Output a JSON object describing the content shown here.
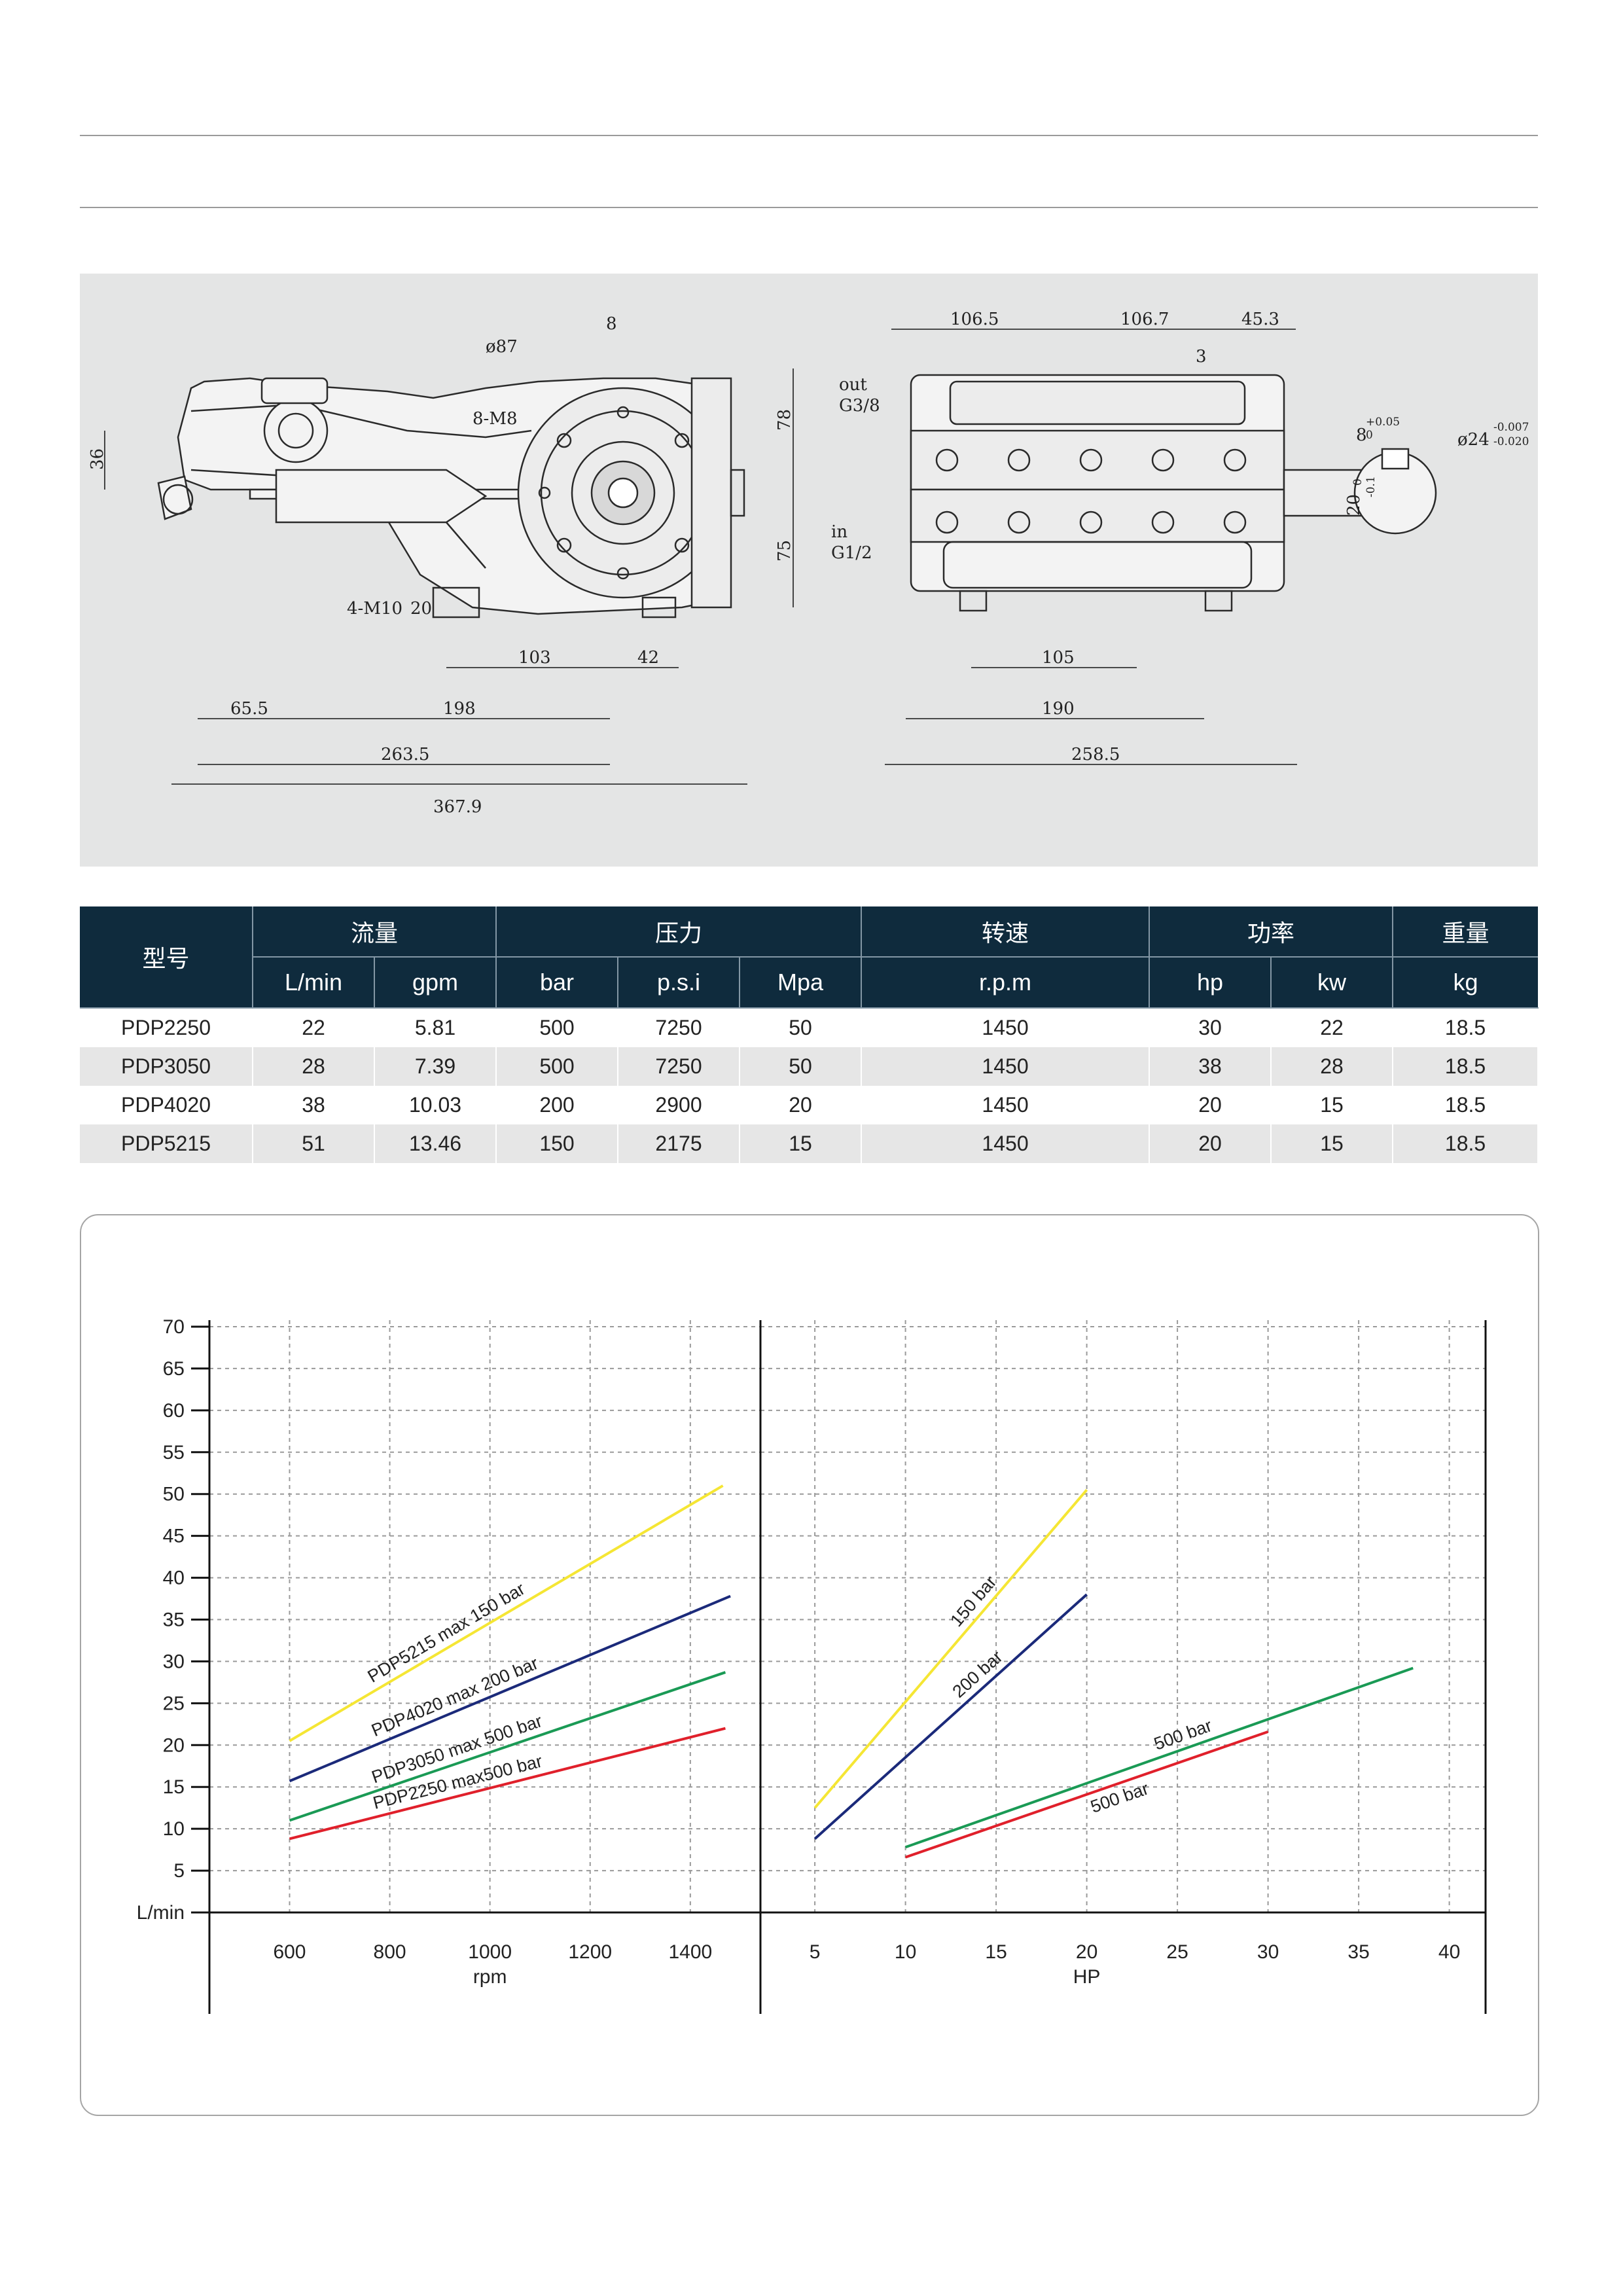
{
  "drawing": {
    "dimensions_side": [
      "ø87",
      "8",
      "8-M8",
      "78",
      "75",
      "36",
      "4-M10",
      "20",
      "103",
      "42",
      "65.5",
      "198",
      "263.5",
      "367.9"
    ],
    "dimensions_front": [
      "106.5",
      "106.7",
      "45.3",
      "3",
      "out",
      "G3/8",
      "in",
      "G1/2",
      "105",
      "190",
      "258.5"
    ],
    "dimensions_shaft": [
      "8",
      "+0.05",
      "0",
      "ø24",
      "-0.007",
      "-0.020",
      "20",
      "-0.1",
      "0"
    ]
  },
  "table": {
    "headers": {
      "model": "型号",
      "flow": "流量",
      "pressure": "压力",
      "speed": "转速",
      "power": "功率",
      "weight": "重量"
    },
    "units": {
      "lmin": "L/min",
      "gpm": "gpm",
      "bar": "bar",
      "psi": "p.s.i",
      "mpa": "Mpa",
      "rpm": "r.p.m",
      "hp": "hp",
      "kw": "kw",
      "kg": "kg"
    },
    "rows": [
      [
        "PDP2250",
        "22",
        "5.81",
        "500",
        "7250",
        "50",
        "1450",
        "30",
        "22",
        "18.5"
      ],
      [
        "PDP3050",
        "28",
        "7.39",
        "500",
        "7250",
        "50",
        "1450",
        "38",
        "28",
        "18.5"
      ],
      [
        "PDP4020",
        "38",
        "10.03",
        "200",
        "2900",
        "20",
        "1450",
        "20",
        "15",
        "18.5"
      ],
      [
        "PDP5215",
        "51",
        "13.46",
        "150",
        "2175",
        "15",
        "1450",
        "20",
        "15",
        "18.5"
      ]
    ]
  },
  "chart_data": [
    {
      "type": "line",
      "xlabel": "rpm",
      "ylabel": "L/min",
      "xlim": [
        440,
        1540
      ],
      "ylim": [
        0,
        70
      ],
      "x_ticks": [
        600,
        800,
        1000,
        1200,
        1400
      ],
      "y_ticks": [
        5,
        10,
        15,
        20,
        25,
        30,
        35,
        40,
        45,
        50,
        55,
        60,
        65,
        70
      ],
      "grid": true,
      "series": [
        {
          "name": "PDP5215 max 150 bar",
          "color": "#f5e634",
          "x": [
            600,
            1465
          ],
          "y": [
            20.5,
            51
          ]
        },
        {
          "name": "PDP4020 max 200 bar",
          "color": "#1b2a7a",
          "x": [
            600,
            1480
          ],
          "y": [
            15.7,
            37.8
          ]
        },
        {
          "name": "PDP3050 max 500 bar",
          "color": "#1a9a55",
          "x": [
            600,
            1470
          ],
          "y": [
            11,
            28.7
          ]
        },
        {
          "name": "PDP2250 max500 bar",
          "color": "#e0202b",
          "x": [
            600,
            1470
          ],
          "y": [
            8.8,
            22
          ]
        }
      ]
    },
    {
      "type": "line",
      "xlabel": "HP",
      "ylabel": "",
      "xlim": [
        2,
        42
      ],
      "ylim": [
        0,
        70
      ],
      "x_ticks": [
        5,
        10,
        15,
        20,
        25,
        30,
        35,
        40
      ],
      "grid": true,
      "series": [
        {
          "name": "150 bar",
          "color": "#f5e634",
          "x": [
            5,
            20
          ],
          "y": [
            12.5,
            50.5
          ]
        },
        {
          "name": "200 bar",
          "color": "#1b2a7a",
          "x": [
            5,
            20
          ],
          "y": [
            8.8,
            38
          ]
        },
        {
          "name": "500 bar",
          "color": "#1a9a55",
          "x": [
            10,
            38
          ],
          "y": [
            7.8,
            29.2
          ]
        },
        {
          "name": "500 bar",
          "color": "#e0202b",
          "x": [
            10,
            30
          ],
          "y": [
            6.6,
            21.6
          ]
        }
      ]
    }
  ]
}
